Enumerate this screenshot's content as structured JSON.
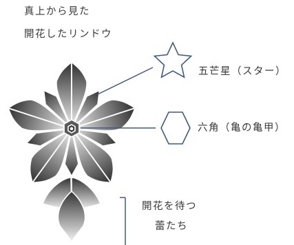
{
  "title": {
    "line1": "真上から見た",
    "line2": "開花したリンドウ"
  },
  "labels": {
    "star": "五芒星（スター）",
    "hexagon": "六角（亀の亀甲）",
    "buds_line1": "開花を待つ",
    "buds_line2": "蕾たち"
  },
  "colors": {
    "petal_dark": "#2f2f2f",
    "petal_light": "#f2f2f2",
    "line_blue": "#3f5a82",
    "text": "#3a3a3a"
  }
}
